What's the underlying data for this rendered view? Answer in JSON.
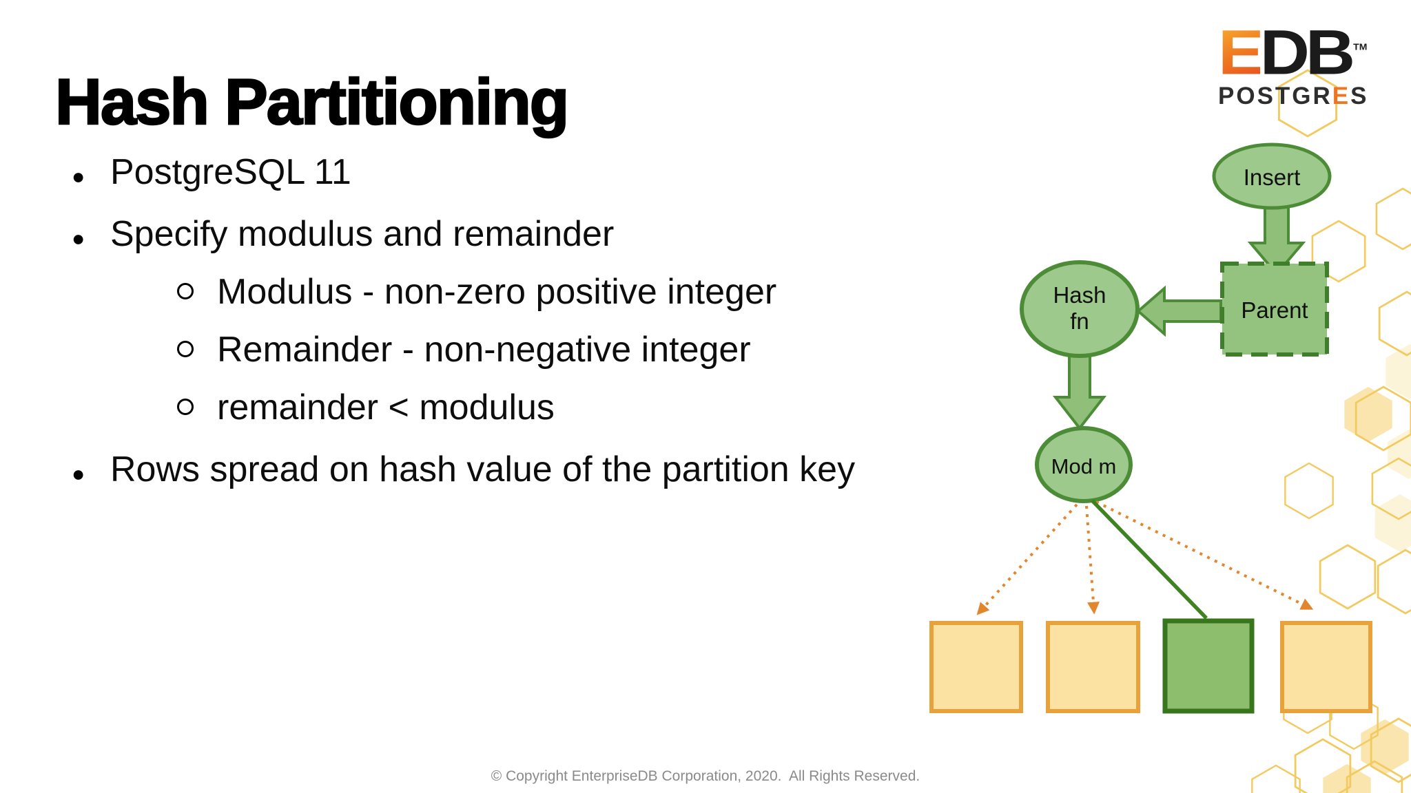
{
  "slide": {
    "title": "Hash Partitioning",
    "bullets": [
      {
        "level": 1,
        "text": "PostgreSQL 11"
      },
      {
        "level": 1,
        "text": "Specify modulus and remainder"
      },
      {
        "level": 2,
        "text": "Modulus - non-zero positive integer"
      },
      {
        "level": 2,
        "text": "Remainder - non-negative integer"
      },
      {
        "level": 2,
        "text": "remainder < modulus"
      },
      {
        "level": 1,
        "text": "Rows spread on hash value of the partition key"
      }
    ],
    "footer": "© Copyright EnterpriseDB Corporation, 2020.  All Rights Reserved."
  },
  "logo": {
    "edb_e": "E",
    "edb_db": "DB",
    "trademark": "TM",
    "postgres_prefix": "POSTGR",
    "postgres_e": "E",
    "postgres_suffix": "S"
  },
  "diagram": {
    "insert_label": "Insert",
    "parent_label": "Parent",
    "hash_label": "Hash fn",
    "mod_label": "Mod m"
  },
  "colors": {
    "node_fill_green": "#9DC98C",
    "node_stroke_green": "#4C8C36",
    "parent_fill_green": "#93C37E",
    "parent_stroke_green": "#3F7E2B",
    "block_arrow_fill": "#8FBF78",
    "partition_fill_yellow": "#FBE2A2",
    "partition_stroke_orange": "#E8A23B",
    "selected_partition_fill": "#8CBE6E",
    "selected_partition_stroke": "#38761D",
    "dotted_arrow_orange": "#E2862E",
    "solid_arrow_green": "#3E8222",
    "hexagon_gold": "#F2CA60",
    "logo_orange": "#EE7623",
    "footer_gray": "#8A8A8A"
  }
}
